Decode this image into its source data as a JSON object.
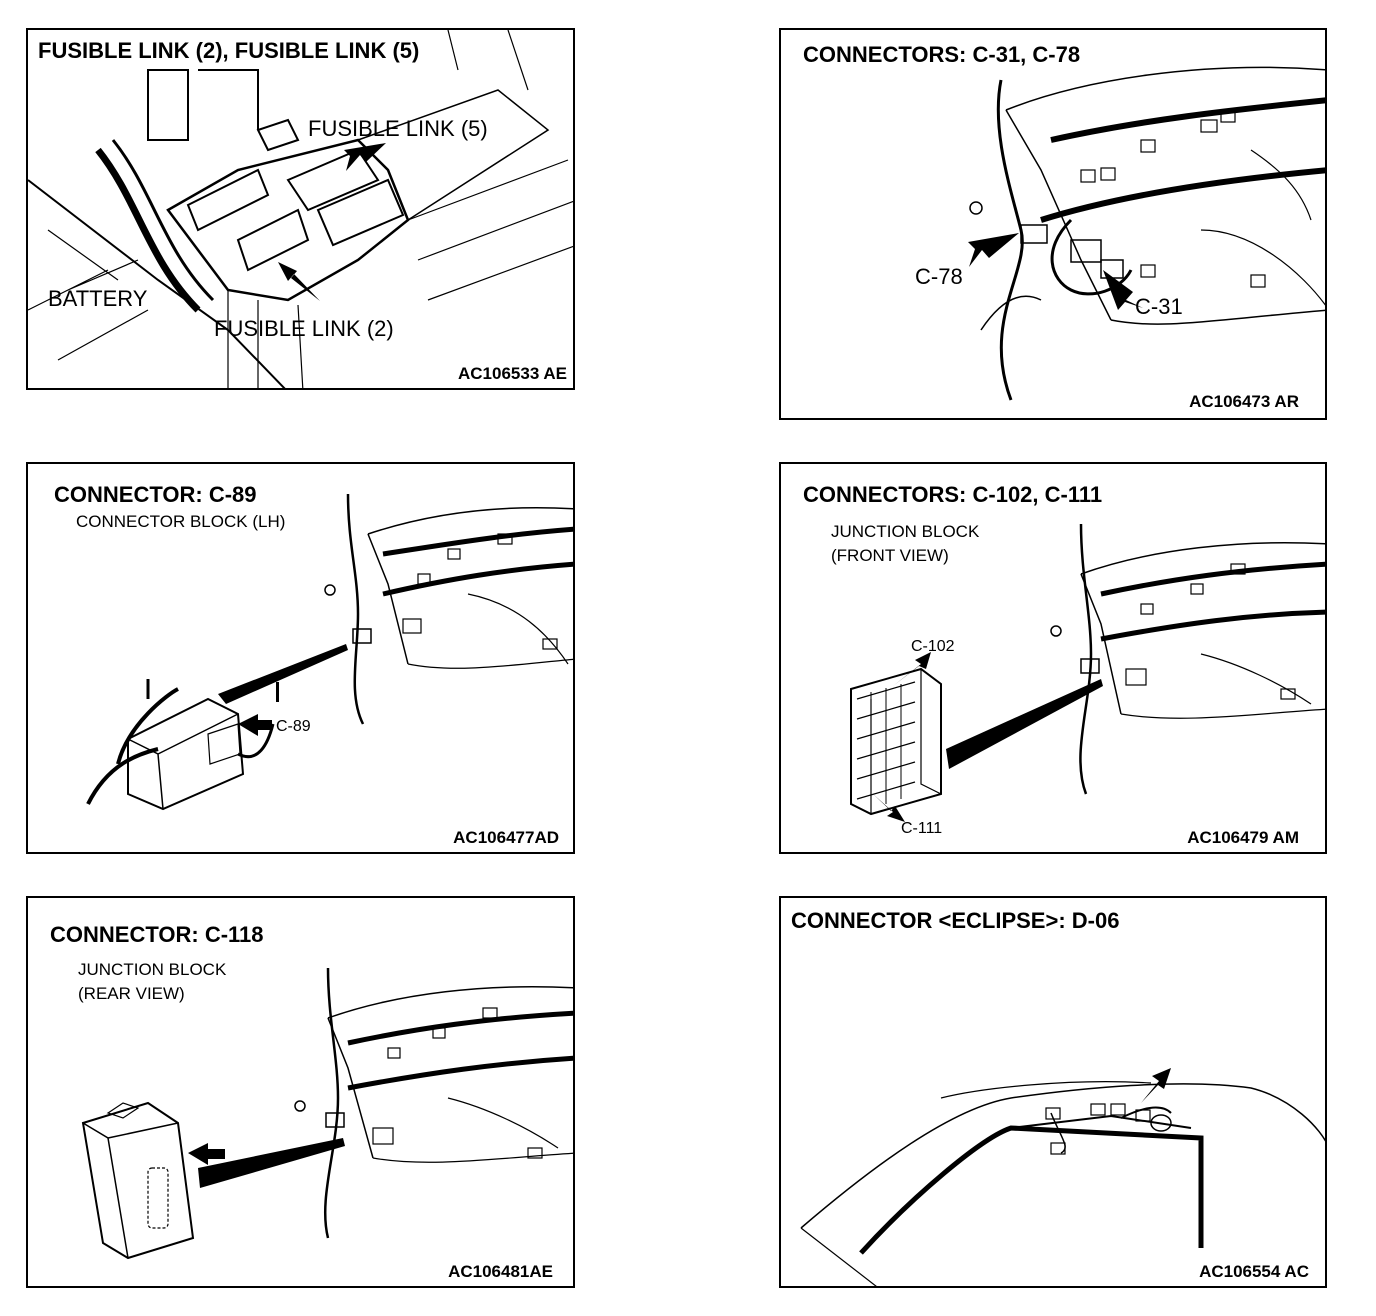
{
  "panels": {
    "p1": {
      "title": "FUSIBLE LINK (2), FUSIBLE LINK (5)",
      "labels": {
        "fusible_link_5": "FUSIBLE LINK (5)",
        "battery": "BATTERY",
        "fusible_link_2": "FUSIBLE LINK (2)"
      },
      "code": "AC106533 AE"
    },
    "p2": {
      "title": "CONNECTORS: C-31, C-78",
      "labels": {
        "c78": "C-78",
        "c31": "C-31"
      },
      "code": "AC106473 AR"
    },
    "p3": {
      "title": "CONNECTOR: C-89",
      "subtitle": "CONNECTOR BLOCK (LH)",
      "labels": {
        "c89": "C-89"
      },
      "code": "AC106477AD"
    },
    "p4": {
      "title": "CONNECTORS: C-102, C-111",
      "subtitle_1": "JUNCTION BLOCK",
      "subtitle_2": "(FRONT VIEW)",
      "labels": {
        "c102": "C-102",
        "c111": "C-111"
      },
      "code": "AC106479 AM"
    },
    "p5": {
      "title": "CONNECTOR: C-118",
      "subtitle_1": "JUNCTION BLOCK",
      "subtitle_2": "(REAR VIEW)",
      "code": "AC106481AE"
    },
    "p6": {
      "title": "CONNECTOR <ECLIPSE>: D-06",
      "code": "AC106554 AC"
    }
  }
}
